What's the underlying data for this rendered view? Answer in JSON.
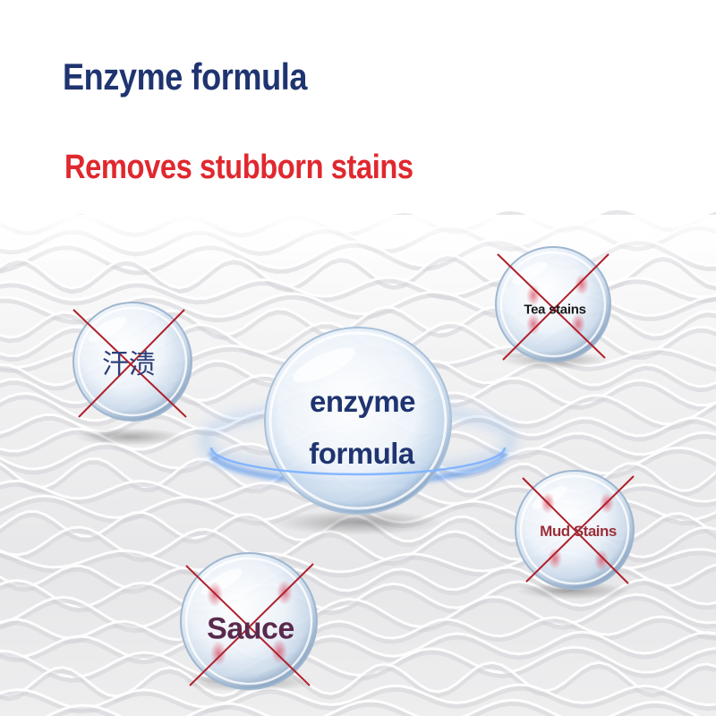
{
  "header": {
    "title": "Enzyme formula",
    "subtitle": "Removes stubborn stains"
  },
  "center_bubble": {
    "line1": "enzyme",
    "line2": "formula"
  },
  "stains": [
    {
      "name": "stain-sweat",
      "label": "汗渍",
      "color": "#2c3f7a"
    },
    {
      "name": "stain-tea",
      "label": "Tea stains",
      "color": "#1a1a1a"
    },
    {
      "name": "stain-mud",
      "label": "Mud Stains",
      "color": "#9b2f3a"
    },
    {
      "name": "stain-sauce",
      "label": "Sauce",
      "color": "#5a2a4e"
    }
  ],
  "colors": {
    "title": "#1f3470",
    "subtitle": "#e0282f",
    "cross": "#b0202a",
    "center_text": "#1f3470",
    "glow": "#4d8fe8"
  }
}
